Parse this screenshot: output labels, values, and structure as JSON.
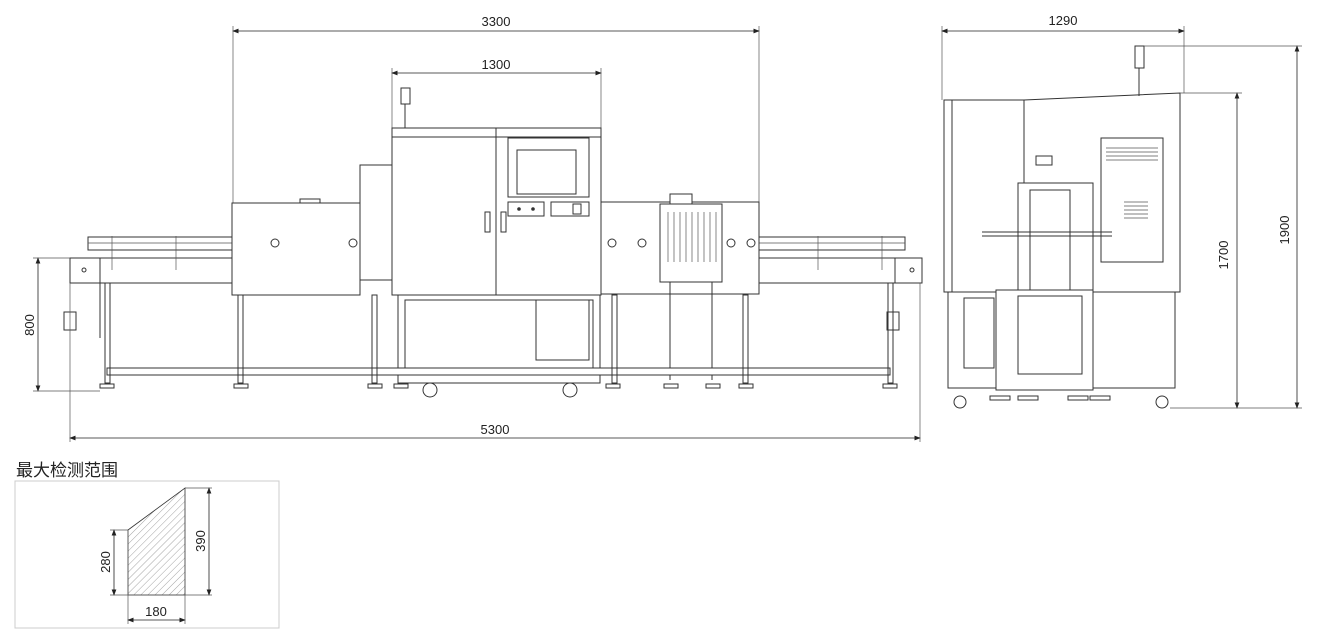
{
  "front_view": {
    "dim_overall_width": "3300",
    "dim_cabinet_width": "1300",
    "dim_conveyor_height": "800",
    "dim_total_length": "5300"
  },
  "side_view": {
    "dim_width": "1290",
    "dim_body_height": "1700",
    "dim_total_height": "1900"
  },
  "inset": {
    "title": "最大检测范围",
    "dim_left_height": "280",
    "dim_right_height": "390",
    "dim_width": "180"
  }
}
